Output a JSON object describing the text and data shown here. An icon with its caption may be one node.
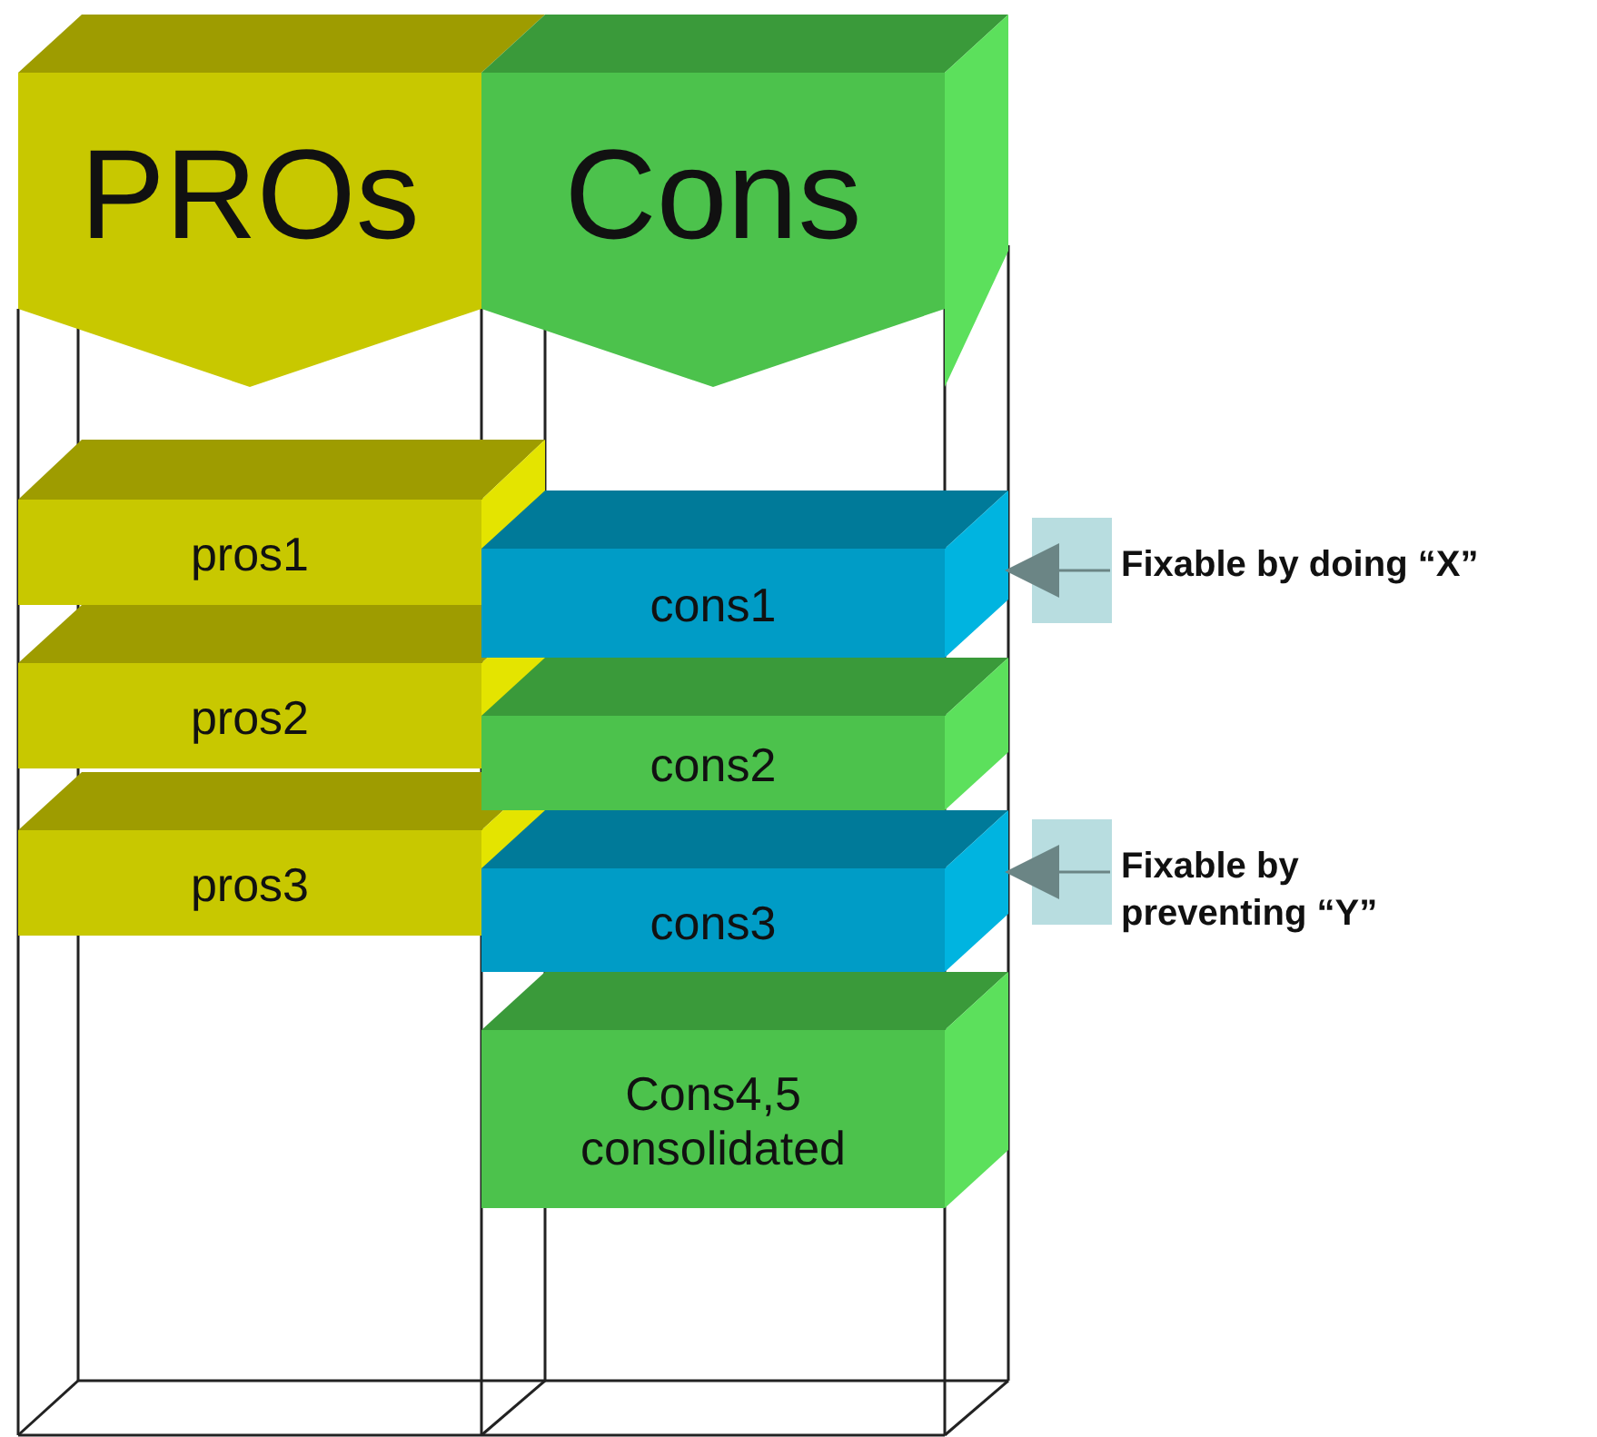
{
  "diagram": {
    "nodes": [
      {
        "text": [
          "PROs"
        ]
      },
      {
        "text": [
          "Cons"
        ]
      },
      {
        "text": [
          "pros1"
        ]
      },
      {
        "text": [
          "pros2"
        ]
      },
      {
        "text": [
          "pros3"
        ]
      },
      {
        "text": [
          "cons1"
        ]
      },
      {
        "text": [
          "cons2"
        ]
      },
      {
        "text": [
          "cons3"
        ]
      },
      {
        "text": [
          "Cons4,5 consolidated"
        ]
      },
      {
        "text": [
          "Fixable by doing “X”"
        ]
      },
      {
        "text": [
          "Fixable by preventing “Y”"
        ]
      }
    ],
    "edges": [
      {
        "from": 9,
        "to": 5,
        "arrow": "to"
      },
      {
        "from": 10,
        "to": 7,
        "arrow": "to"
      }
    ]
  }
}
